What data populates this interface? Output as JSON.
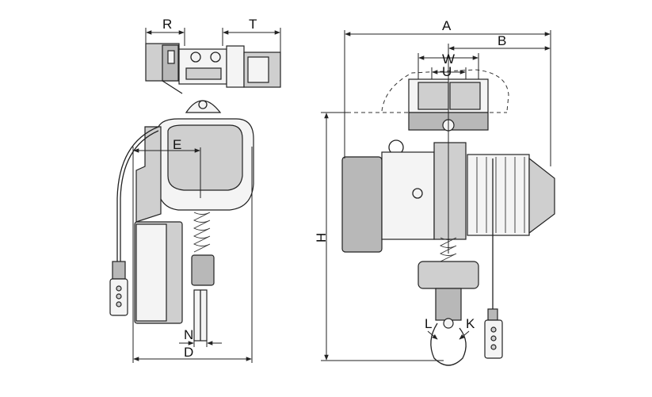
{
  "labels": {
    "R": "R",
    "T": "T",
    "E": "E",
    "N": "N",
    "D": "D",
    "A": "A",
    "B": "B",
    "W": "W",
    "U": "U",
    "H": "H",
    "L": "L",
    "K": "K"
  }
}
